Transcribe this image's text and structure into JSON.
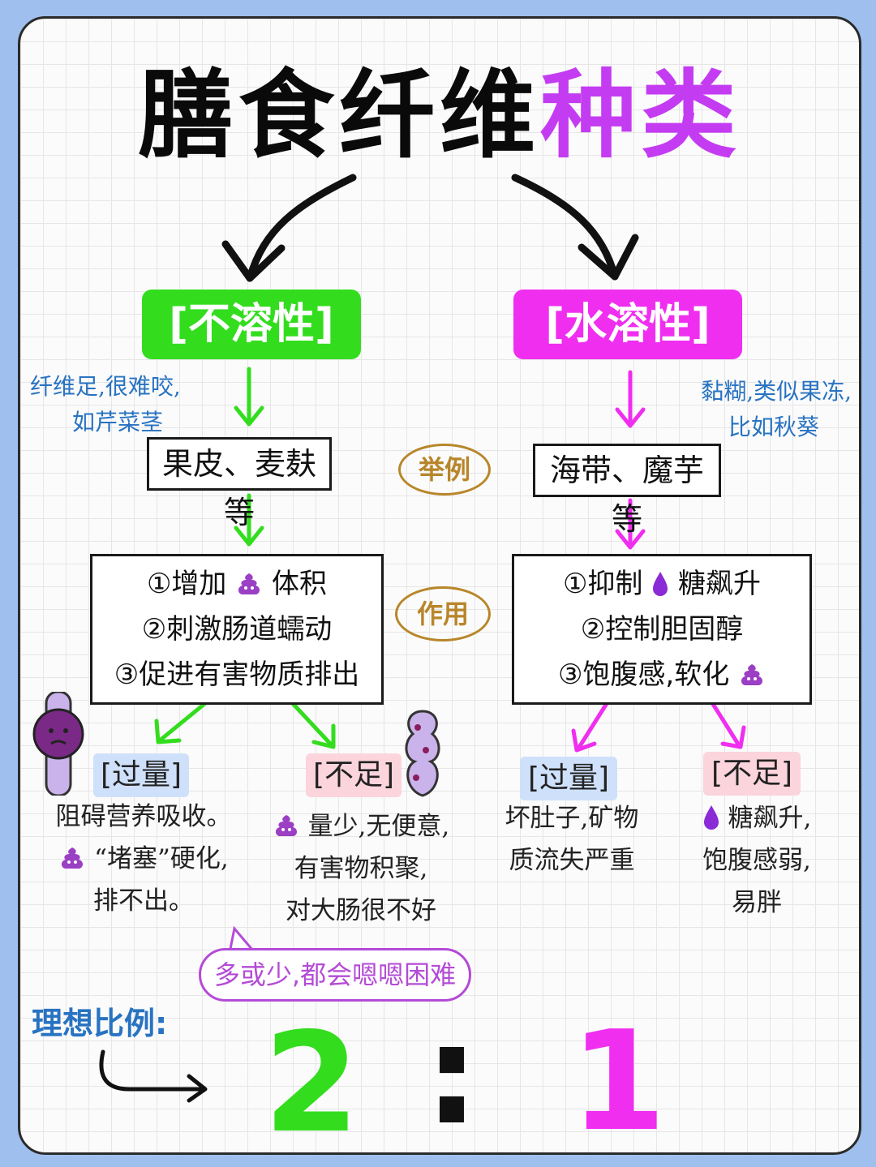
{
  "title": {
    "part1": "膳食纤维",
    "part2": "种类"
  },
  "insoluble": {
    "label": "[不溶性]",
    "note_line1": "纤维足,很难咬,",
    "note_line2": "如芹菜茎",
    "example": "果皮、麦麸等",
    "functions": [
      "①增加",
      "体积",
      "②刺激肠道蠕动",
      "③促进有害物质排出"
    ],
    "excess": {
      "label": "[过量]",
      "line1": "阻碍营养吸收。",
      "line2": "“堵塞”硬化,",
      "line3": "排不出。"
    },
    "deficit": {
      "label": "[不足]",
      "line1": "量少,无便意,",
      "line2": "有害物积聚,",
      "line3": "对大肠很不好"
    }
  },
  "soluble": {
    "label": "[水溶性]",
    "note_line1": "黏糊,类似果冻,",
    "note_line2": "比如秋葵",
    "example": "海带、魔芋等",
    "functions": [
      "①抑制",
      "糖飙升",
      "②控制胆固醇",
      "③饱腹感,软化"
    ],
    "excess": {
      "label": "[过量]",
      "line1": "坏肚子,矿物",
      "line2": "质流失严重"
    },
    "deficit": {
      "label": "[不足]",
      "line1": "糖飙升,",
      "line2": "饱腹感弱,",
      "line3": "易胖"
    }
  },
  "middle": {
    "example_label": "举例",
    "function_label": "作用"
  },
  "bubble_text": "多或少,都会嗯嗯困难",
  "ratio": {
    "label": "理想比例:",
    "left": "2",
    "sep": ":",
    "right": "1"
  },
  "colors": {
    "green": "#33dd1e",
    "pink": "#f02ef0",
    "purple_title": "#c43cf2",
    "blue_note": "#2873c2",
    "gold": "#b8862a"
  },
  "icons": [
    "poop-icon",
    "drop-icon",
    "arrow-icon",
    "intestine-icon"
  ]
}
